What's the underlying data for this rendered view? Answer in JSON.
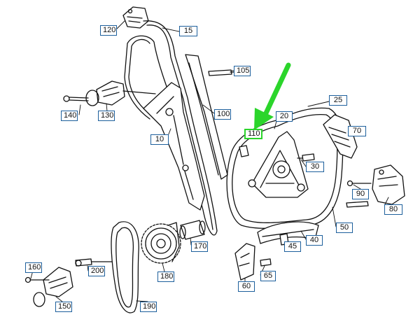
{
  "diagram": {
    "part_labels": {
      "p120": "120",
      "p15": "15",
      "p105": "105",
      "p140": "140",
      "p130": "130",
      "p100": "100",
      "p10": "10",
      "p20": "20",
      "p25": "25",
      "p110": "110",
      "p70": "70",
      "p30": "30",
      "p90": "90",
      "p80": "80",
      "p50": "50",
      "p40": "40",
      "p45": "45",
      "p170": "170",
      "p60": "60",
      "p65": "65",
      "p160": "160",
      "p200": "200",
      "p180": "180",
      "p150": "150",
      "p190": "190"
    },
    "highlighted_part": "110",
    "colors": {
      "arrow": "#2bd52b",
      "label_border": "#1d5f9c",
      "line": "#111111"
    }
  }
}
